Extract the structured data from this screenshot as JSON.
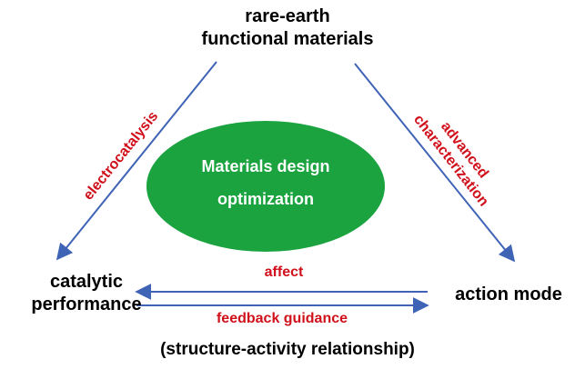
{
  "nodes": {
    "top_line1": "rare-earth",
    "top_line2": "functional materials",
    "left_line1": "catalytic",
    "left_line2": "performance",
    "right": "action mode"
  },
  "center": {
    "line1": "Materials design",
    "line2": "optimization"
  },
  "edges": {
    "left_diagonal": "electrocatalysis",
    "right_diagonal_line1": "advanced",
    "right_diagonal_line2": "characterization",
    "top_arrow": "affect",
    "bottom_arrow": "feedback guidance"
  },
  "footer": "(structure-activity relationship)",
  "colors": {
    "ellipse_fill": "#1aa33f",
    "arrow": "#3f63b5",
    "edge_label": "#d0101a",
    "node_text": "#000000"
  }
}
